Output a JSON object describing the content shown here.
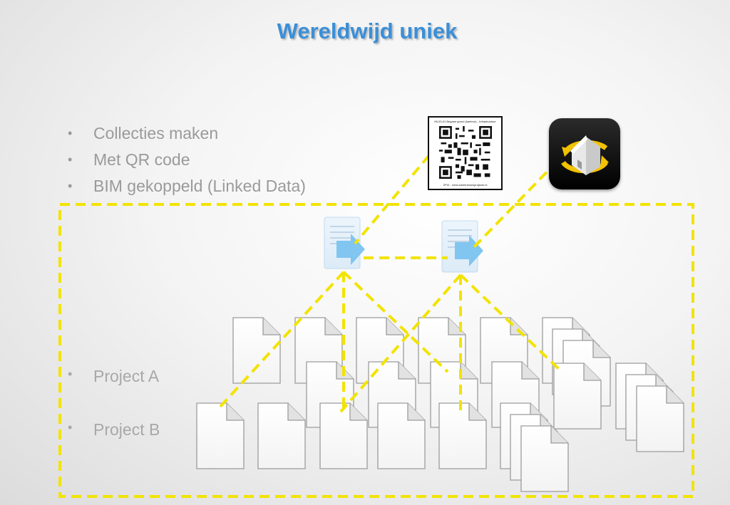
{
  "title": "Wereldwijd uniek",
  "bullets": [
    "Collecties maken",
    "Met QR code",
    "BIM gekoppeld (Linked Data)"
  ],
  "projects": [
    "Project A",
    "Project B"
  ],
  "qr": {
    "caption_top": "08-03-01 Begane grond (kantoor) - Infrastructuur",
    "caption_bottom": "ZPIX - www.samenbouwprojects.nl"
  },
  "colors": {
    "title": "#3a8fd8",
    "link_lines": "#f2e300",
    "bullet_text": "#9a9a9a"
  },
  "icons": [
    "qr-code-icon",
    "bim-house-icon",
    "collection-document-icon",
    "document-icon"
  ]
}
